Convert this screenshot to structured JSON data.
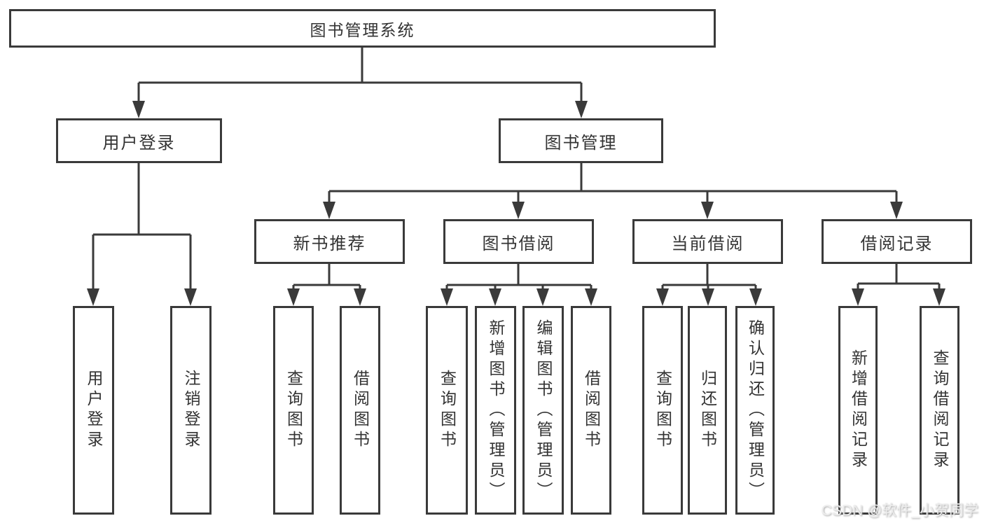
{
  "tree": {
    "label": "图书管理系统",
    "children": [
      {
        "label": "用户登录",
        "children": [
          {
            "label": "用户登录"
          },
          {
            "label": "注销登录"
          }
        ]
      },
      {
        "label": "图书管理",
        "children": [
          {
            "label": "新书推荐",
            "children": [
              {
                "label": "查询图书"
              },
              {
                "label": "借阅图书"
              }
            ]
          },
          {
            "label": "图书借阅",
            "children": [
              {
                "label": "查询图书"
              },
              {
                "label": "新增图书（管理员）"
              },
              {
                "label": "编辑图书（管理员）"
              },
              {
                "label": "借阅图书"
              }
            ]
          },
          {
            "label": "当前借阅",
            "children": [
              {
                "label": "查询图书"
              },
              {
                "label": "归还图书"
              },
              {
                "label": "确认归还（管理员）"
              }
            ]
          },
          {
            "label": "借阅记录",
            "children": [
              {
                "label": "新增借阅记录"
              },
              {
                "label": "查询借阅记录"
              }
            ]
          }
        ]
      }
    ]
  },
  "watermark": {
    "text": "CSDN @软件_小贺同学"
  },
  "colors": {
    "line": "#3a3a3a",
    "background": "#ffffff",
    "node_text": "#333333",
    "watermark_text": "#ededed"
  }
}
